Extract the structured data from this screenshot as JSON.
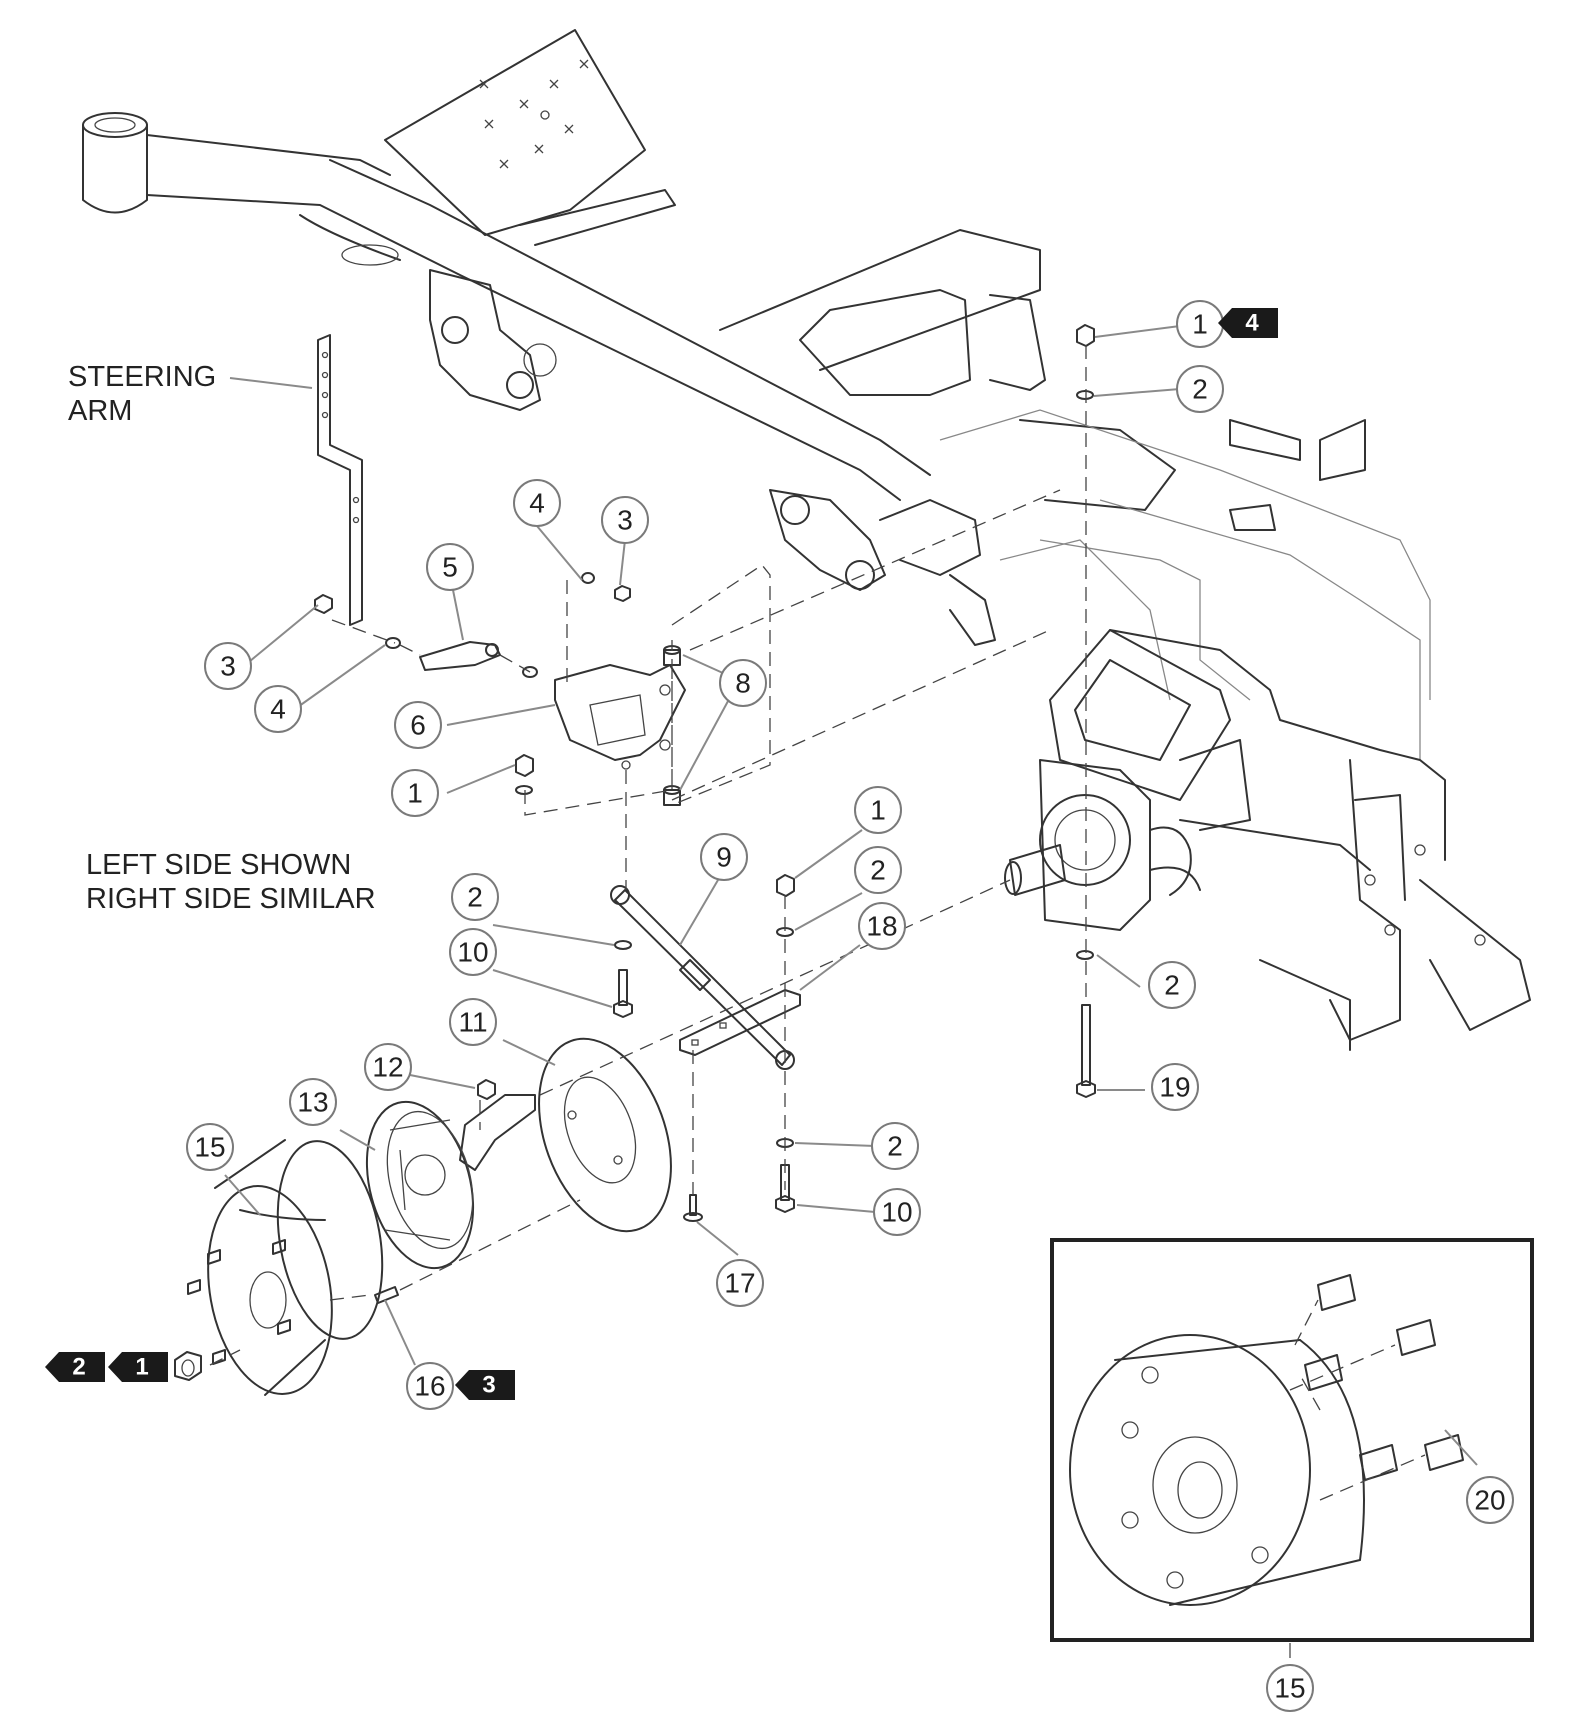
{
  "notes": {
    "steering_arm": "STEERING\nARM",
    "side_note": "LEFT SIDE SHOWN\nRIGHT SIDE SIMILAR"
  },
  "callouts": [
    {
      "id": "c-1a",
      "label": "1"
    },
    {
      "id": "c-2a",
      "label": "2"
    },
    {
      "id": "c-4a",
      "label": "4"
    },
    {
      "id": "c-3a",
      "label": "3"
    },
    {
      "id": "c-5",
      "label": "5"
    },
    {
      "id": "c-3b",
      "label": "3"
    },
    {
      "id": "c-4b",
      "label": "4"
    },
    {
      "id": "c-6",
      "label": "6"
    },
    {
      "id": "c-8",
      "label": "8"
    },
    {
      "id": "c-1b",
      "label": "1"
    },
    {
      "id": "c-1c",
      "label": "1"
    },
    {
      "id": "c-9",
      "label": "9"
    },
    {
      "id": "c-2b",
      "label": "2"
    },
    {
      "id": "c-2c",
      "label": "2"
    },
    {
      "id": "c-18",
      "label": "18"
    },
    {
      "id": "c-10a",
      "label": "10"
    },
    {
      "id": "c-2d",
      "label": "2"
    },
    {
      "id": "c-11",
      "label": "11"
    },
    {
      "id": "c-12",
      "label": "12"
    },
    {
      "id": "c-13",
      "label": "13"
    },
    {
      "id": "c-15a",
      "label": "15"
    },
    {
      "id": "c-19",
      "label": "19"
    },
    {
      "id": "c-2e",
      "label": "2"
    },
    {
      "id": "c-10b",
      "label": "10"
    },
    {
      "id": "c-17",
      "label": "17"
    },
    {
      "id": "c-16",
      "label": "16"
    },
    {
      "id": "c-20",
      "label": "20"
    },
    {
      "id": "c-15b",
      "label": "15"
    }
  ],
  "tags": [
    {
      "id": "t-4",
      "label": "4"
    },
    {
      "id": "t-3",
      "label": "3"
    },
    {
      "id": "t-2",
      "label": "2"
    },
    {
      "id": "t-1",
      "label": "1"
    }
  ]
}
